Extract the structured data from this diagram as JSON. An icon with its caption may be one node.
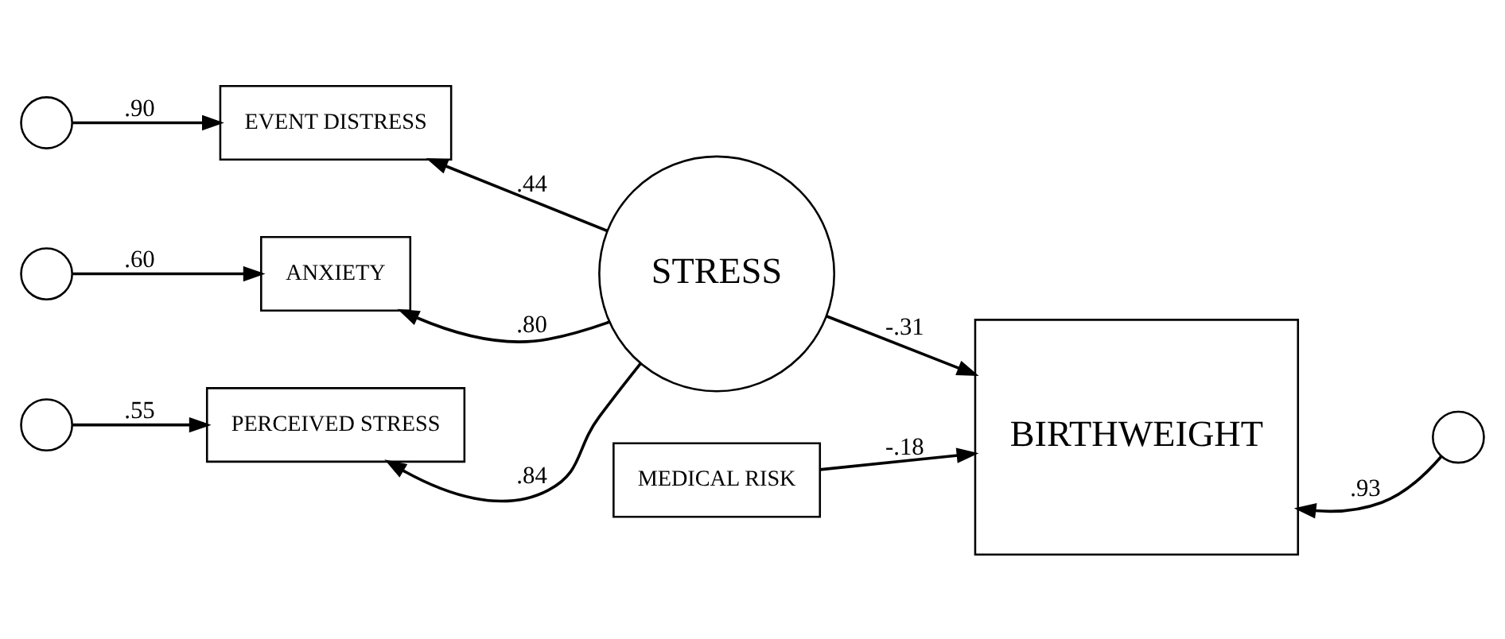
{
  "diagram": {
    "nodes": [
      {
        "text": [],
        "shape": "circle"
      },
      {
        "text": [
          "EVENT DISTRESS"
        ]
      },
      {
        "text": [],
        "shape": "circle"
      },
      {
        "text": [
          "ANXIETY"
        ]
      },
      {
        "text": [],
        "shape": "circle"
      },
      {
        "text": [
          "PERCEIVED STRESS"
        ]
      },
      {
        "text": [
          "MEDICAL RISK"
        ]
      },
      {
        "text": [
          "STRESS"
        ]
      },
      {
        "text": [
          "BIRTHWEIGHT"
        ]
      },
      {
        "text": [],
        "shape": "circle"
      }
    ],
    "edges": [
      {
        "from": 0,
        "to": 1,
        "arrow": "to",
        "label": ".90"
      },
      {
        "from": 2,
        "to": 3,
        "arrow": "to",
        "label": ".60"
      },
      {
        "from": 4,
        "to": 5,
        "arrow": "to",
        "label": ".55"
      },
      {
        "from": 7,
        "to": 1,
        "arrow": "to",
        "label": ".44"
      },
      {
        "from": 7,
        "to": 3,
        "arrow": "to",
        "label": ".80"
      },
      {
        "from": 7,
        "to": 5,
        "arrow": "to",
        "label": ".84"
      },
      {
        "from": 7,
        "to": 8,
        "arrow": "to",
        "label": "-.31"
      },
      {
        "from": 6,
        "to": 8,
        "arrow": "to",
        "label": "-.18"
      },
      {
        "from": 9,
        "to": 8,
        "arrow": "to",
        "label": ".93"
      }
    ]
  }
}
